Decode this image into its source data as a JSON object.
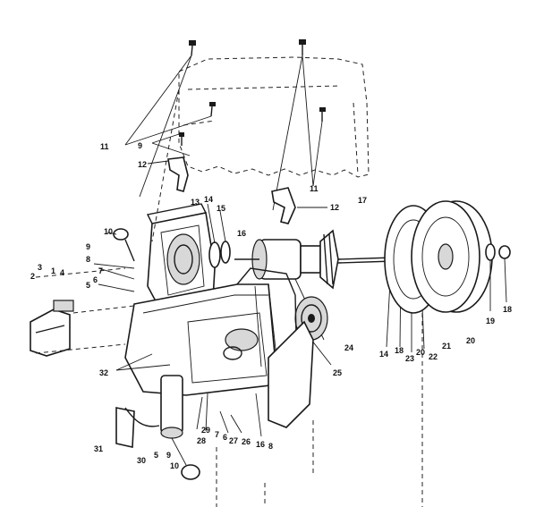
{
  "diagram": {
    "style": "exploded-parts-drawing",
    "colors": {
      "ink": "#1a1a1a",
      "background": "#ffffff",
      "shade": "#d8d8d8"
    },
    "callouts": [
      {
        "id": "c11a",
        "text": "11"
      },
      {
        "id": "c9a",
        "text": "9"
      },
      {
        "id": "c12a",
        "text": "12"
      },
      {
        "id": "c13",
        "text": "13"
      },
      {
        "id": "c14a",
        "text": "14"
      },
      {
        "id": "c15",
        "text": "15"
      },
      {
        "id": "c16a",
        "text": "16"
      },
      {
        "id": "c10a",
        "text": "10"
      },
      {
        "id": "c9b",
        "text": "9"
      },
      {
        "id": "c8a",
        "text": "8"
      },
      {
        "id": "c7a",
        "text": "7"
      },
      {
        "id": "c6a",
        "text": "6"
      },
      {
        "id": "c5a",
        "text": "5"
      },
      {
        "id": "c2",
        "text": "2"
      },
      {
        "id": "c3",
        "text": "3"
      },
      {
        "id": "c1",
        "text": "1"
      },
      {
        "id": "c4",
        "text": "4"
      },
      {
        "id": "c11b",
        "text": "11"
      },
      {
        "id": "c12b",
        "text": "12"
      },
      {
        "id": "c17",
        "text": "17"
      },
      {
        "id": "c24",
        "text": "24"
      },
      {
        "id": "c25",
        "text": "25"
      },
      {
        "id": "c14b",
        "text": "14"
      },
      {
        "id": "c18a",
        "text": "18"
      },
      {
        "id": "c23a",
        "text": "23"
      },
      {
        "id": "c20a",
        "text": "20"
      },
      {
        "id": "c22",
        "text": "22"
      },
      {
        "id": "c21",
        "text": "21"
      },
      {
        "id": "c20b",
        "text": "20"
      },
      {
        "id": "c19",
        "text": "19"
      },
      {
        "id": "c18b",
        "text": "18"
      },
      {
        "id": "c32",
        "text": "32"
      },
      {
        "id": "c31",
        "text": "31"
      },
      {
        "id": "c30",
        "text": "30"
      },
      {
        "id": "c5b",
        "text": "5"
      },
      {
        "id": "c9c",
        "text": "9"
      },
      {
        "id": "c10b",
        "text": "10"
      },
      {
        "id": "c28",
        "text": "28"
      },
      {
        "id": "c29",
        "text": "29"
      },
      {
        "id": "c7b",
        "text": "7"
      },
      {
        "id": "c6b",
        "text": "6"
      },
      {
        "id": "c27",
        "text": "27"
      },
      {
        "id": "c26",
        "text": "26"
      },
      {
        "id": "c16b",
        "text": "16"
      },
      {
        "id": "c8b",
        "text": "8"
      }
    ]
  }
}
